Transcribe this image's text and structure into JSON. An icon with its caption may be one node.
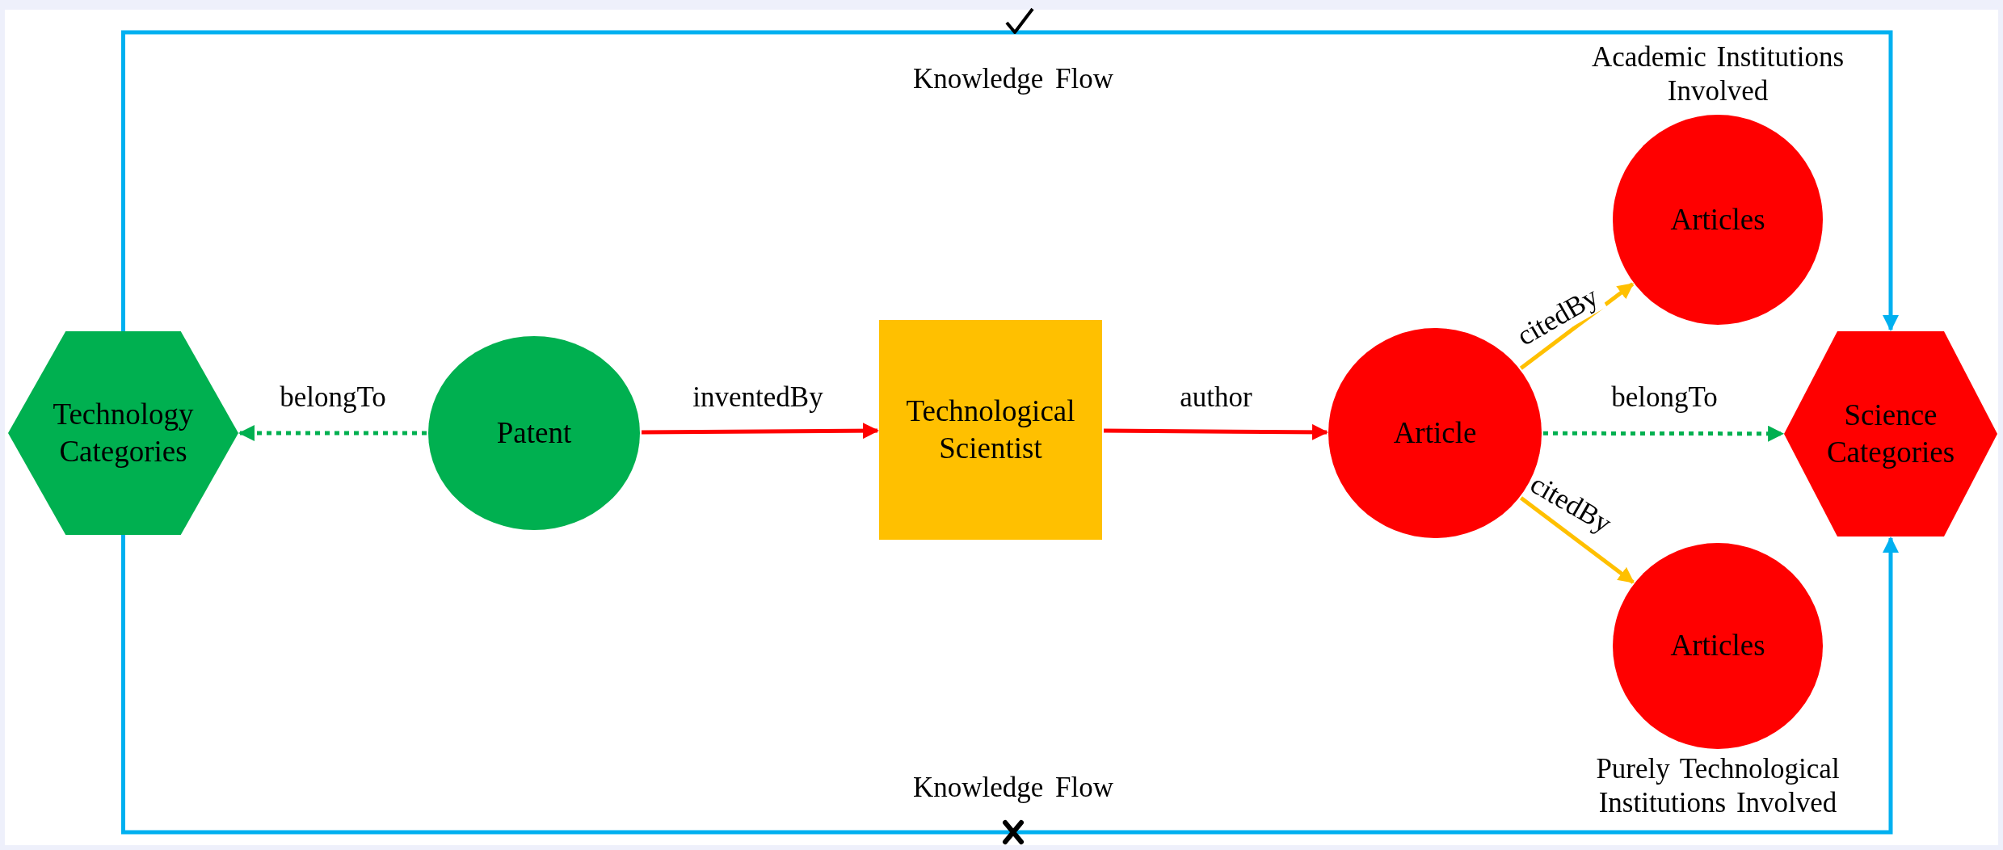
{
  "diagram": {
    "nodes": [
      {
        "text": [
          "Technology Categories"
        ]
      },
      {
        "text": [
          "Patent"
        ]
      },
      {
        "text": [
          "Technological Scientist"
        ]
      },
      {
        "text": [
          "Article"
        ]
      },
      {
        "text": [
          "Articles"
        ],
        "beside": [
          "Academic Institutions Involved"
        ]
      },
      {
        "text": [
          "Articles"
        ],
        "beside": [
          "Purely Technological Institutions Involved"
        ]
      },
      {
        "text": [
          "Science Categories"
        ]
      }
    ],
    "edges": [
      {
        "from": 1,
        "to": 0,
        "arrow": "to",
        "label": "belongTo",
        "style": "dashed",
        "color": "#00b050"
      },
      {
        "from": 1,
        "to": 2,
        "arrow": "to",
        "label": "inventedBy",
        "color": "#ff0000"
      },
      {
        "from": 2,
        "to": 3,
        "arrow": "to",
        "label": "author",
        "color": "#ff0000"
      },
      {
        "from": 3,
        "to": 4,
        "arrow": "to",
        "label": "citedBy",
        "color": "#ffc000"
      },
      {
        "from": 3,
        "to": 6,
        "arrow": "to",
        "label": "belongTo",
        "style": "dashed",
        "color": "#00b050"
      },
      {
        "from": 3,
        "to": 5,
        "arrow": "to",
        "label": "citedBy",
        "color": "#ffc000"
      },
      {
        "from": 0,
        "to": 6,
        "arrow": "to",
        "label": "Knowledge Flow",
        "color": "#00b0f0"
      },
      {
        "from": 0,
        "to": 6,
        "arrow": "to",
        "label": "Knowledge Flow",
        "color": "#00b0f0"
      }
    ]
  }
}
